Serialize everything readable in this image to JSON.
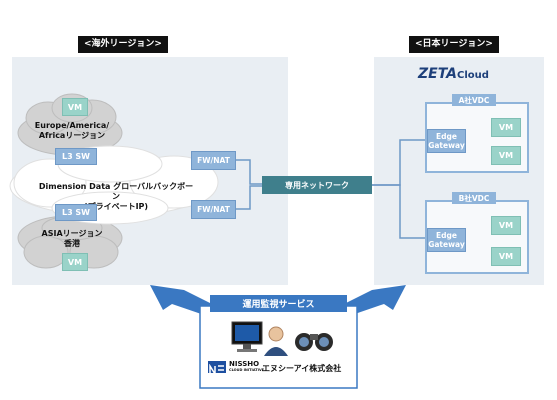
{
  "regions": {
    "overseas_tag": "<海外リージョン>",
    "japan_tag": "<日本リージョン>"
  },
  "overseas": {
    "cloud_top": {
      "vm_label": "VM",
      "region_label": "Europe/America/\nAfricaリージョン",
      "sw_label": "L3 SW"
    },
    "backbone_label": "Dimension Data グローバルバックボーン\n(プライベートIP)",
    "cloud_bottom": {
      "sw_label": "L3 SW",
      "region_label": "ASIAリージョン\n香港",
      "vm_label": "VM"
    },
    "fw_top": "FW/NAT",
    "fw_bottom": "FW/NAT"
  },
  "network": {
    "dedicated_label": "専用ネットワーク"
  },
  "japan": {
    "logo_main": "ZETA",
    "logo_sub": "Cloud",
    "vdc_a": {
      "title": "A社VDC",
      "gateway": "Edge\nGateway",
      "vms": [
        "VM",
        "VM"
      ]
    },
    "vdc_b": {
      "title": "B社VDC",
      "gateway": "Edge\nGateway",
      "vms": [
        "VM",
        "VM"
      ]
    }
  },
  "service": {
    "label": "運用監視サービス",
    "company_logo_text": "NISSHO",
    "company_logo_sub": "CLOUD INITIATIVE",
    "company_name": "エヌシーアイ株式会社"
  },
  "colors": {
    "panel": "#e9eef3",
    "vm": "#9ad3c9",
    "switch": "#8fb4da",
    "network_bar": "#3f7f8c",
    "arrow": "#3a78c2"
  }
}
